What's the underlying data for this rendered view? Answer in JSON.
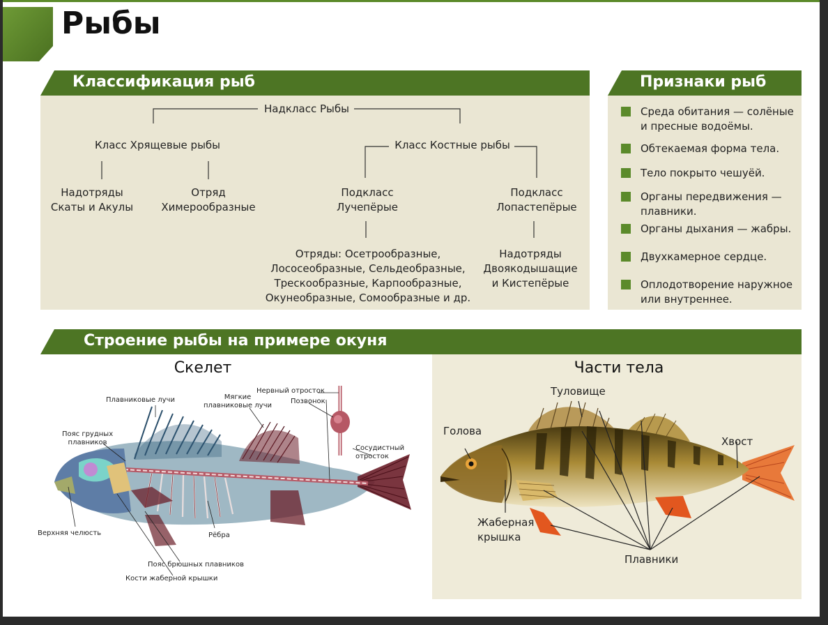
{
  "page": {
    "title": "Рыбы"
  },
  "classification": {
    "header": "Классификация рыб",
    "superclass": "Надкласс Рыбы",
    "cartilaginous": {
      "class": "Класс Хрящевые рыбы",
      "left": "Надотряды\nСкаты и Акулы",
      "right": "Отряд\nХимерообразные"
    },
    "bony": {
      "class": "Класс Костные рыбы",
      "ray_finned": "Подкласс\nЛучепёрые",
      "ray_finned_orders": "Отряды: Осетрообразные,\nЛососеобразные, Сельдеобразные,\nТрескообразные, Карпообразные,\nОкунеобразные, Сомообразные и др.",
      "lobe_finned": "Подкласс\nЛопастепёрые",
      "lobe_finned_orders": "Надотряды\nДвоякодышащие\nи Кистепёрые"
    }
  },
  "signs": {
    "header": "Признаки рыб",
    "items": [
      "Среда обитания — солёные\nи пресные водоёмы.",
      "Обтекаемая форма тела.",
      "Тело покрыто чешуёй.",
      "Органы передвижения —\nплавники.",
      "Органы дыхания — жабры.",
      "Двухкамерное сердце.",
      "Оплодотворение наружное\nили внутреннее."
    ]
  },
  "structure": {
    "header": "Строение рыбы на примере окуня",
    "skeleton": {
      "title": "Скелет",
      "labels": {
        "fin_rays": "Плавниковые лучи",
        "soft_fin_rays": "Мягкие\nплавниковые лучи",
        "neural_process": "Нервный отросток",
        "vertebra": "Позвонок",
        "pectoral_girdle": "Пояс грудных\nплавников",
        "vascular_process": "Сосудистный\nотросток",
        "upper_jaw": "Верхняя челюсть",
        "ribs": "Рёбра",
        "pelvic_girdle": "Пояс брюшных плавников",
        "gill_cover_bones": "Кости жаберной крышки"
      }
    },
    "body": {
      "title": "Части тела",
      "labels": {
        "trunk": "Туловище",
        "head": "Голова",
        "tail": "Хвост",
        "gill_cover": "Жаберная\nкрышка",
        "fins": "Плавники"
      }
    }
  },
  "colors": {
    "accent": "#5b8a2a",
    "banner": "#4d7524",
    "panel": "#eae6d3",
    "panel_body": "#efebd9"
  }
}
